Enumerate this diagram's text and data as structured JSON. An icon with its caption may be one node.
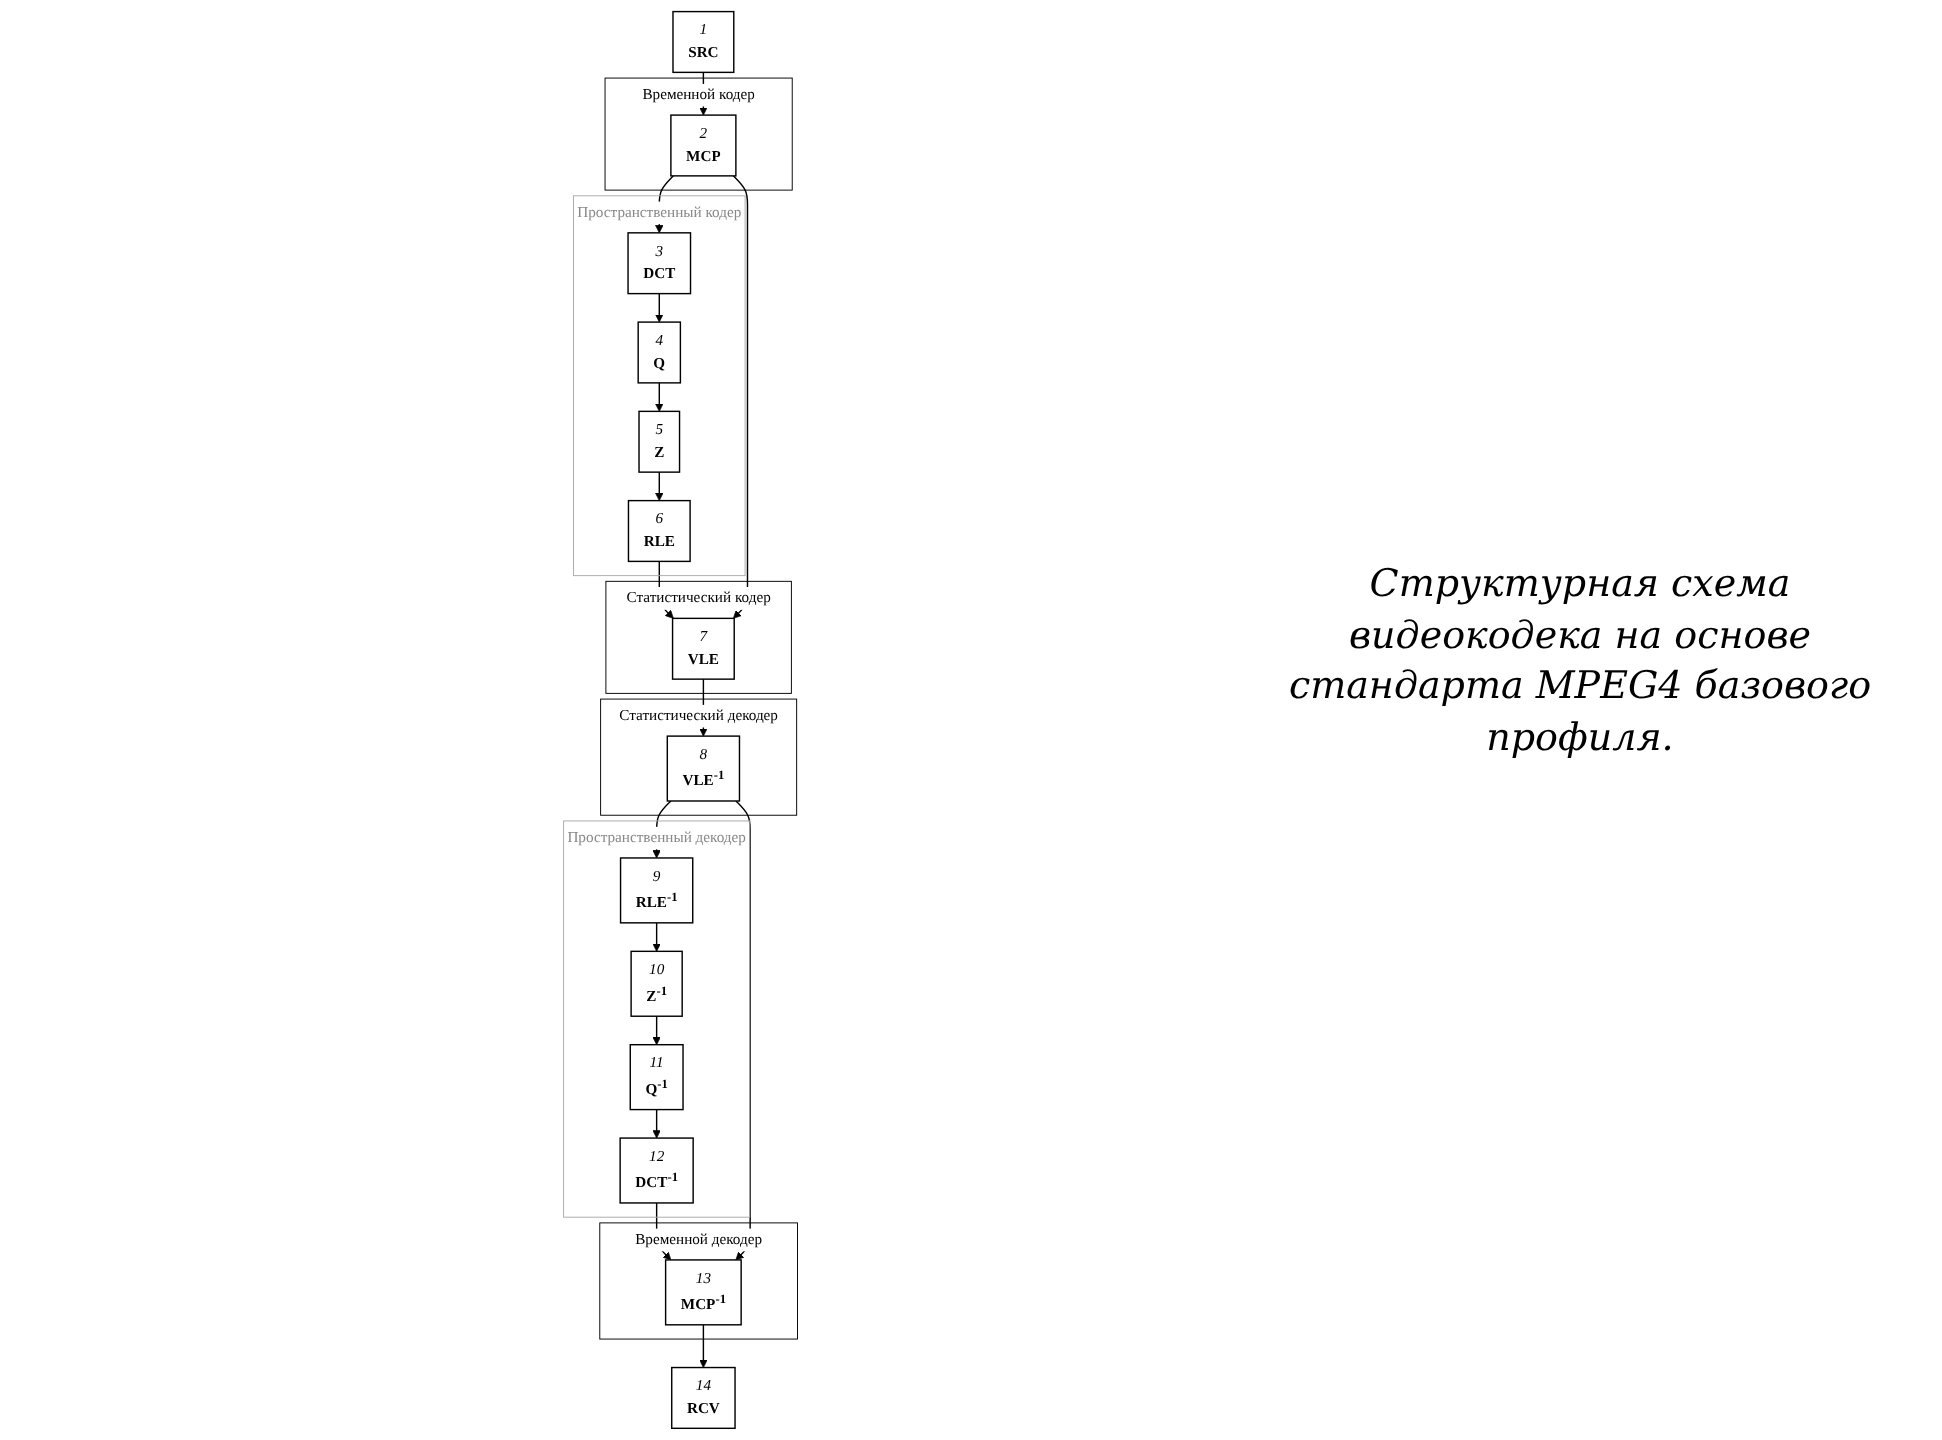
{
  "diagram": {
    "nodes": [
      {
        "text": [
          "Пространственный кодер"
        ]
      },
      {
        "text": [
          "3",
          "DCT"
        ],
        "in": 0
      },
      {
        "text": [
          "4",
          "Q"
        ],
        "in": 0
      },
      {
        "text": [
          "5",
          "Z"
        ],
        "in": 0
      },
      {
        "text": [
          "6",
          "RLE"
        ],
        "in": 0
      },
      {
        "text": [
          "Статистический кодер"
        ]
      },
      {
        "text": [
          "7",
          "VLE"
        ],
        "in": 5
      },
      {
        "text": [
          "Временной кодер"
        ]
      },
      {
        "text": [
          "2",
          "MCP"
        ],
        "in": 7
      },
      {
        "text": [
          "1",
          "SRC"
        ]
      },
      {
        "text": [
          "Временной декодер"
        ]
      },
      {
        "text": [
          "13",
          "MCP$^{-1}$"
        ],
        "in": 10
      },
      {
        "text": [
          "14",
          "RCV"
        ]
      },
      {
        "text": [
          "Пространственный декодер"
        ]
      },
      {
        "text": [
          "12",
          "DCT$^{-1}$"
        ],
        "in": 13
      },
      {
        "text": [
          "11",
          "Q$^{-1}$"
        ],
        "in": 13
      },
      {
        "text": [
          "10",
          "Z$^{-1}$"
        ],
        "in": 13
      },
      {
        "text": [
          "9",
          "RLE$^{-1}$"
        ],
        "in": 13
      },
      {
        "text": [
          "Статистический декодер"
        ]
      },
      {
        "text": [
          "8",
          "VLE$^{-1}$"
        ],
        "in": 18
      }
    ],
    "edges": [
      {
        "from": 9,
        "to": 8,
        "arrow": "to"
      },
      {
        "from": 8,
        "to": 1,
        "arrow": "to"
      },
      {
        "from": 1,
        "to": 2,
        "arrow": "to"
      },
      {
        "from": 2,
        "to": 3,
        "arrow": "to"
      },
      {
        "from": 3,
        "to": 4,
        "arrow": "to"
      },
      {
        "from": 4,
        "to": 6,
        "arrow": "to"
      },
      {
        "from": 8,
        "to": 6,
        "arrow": "to"
      },
      {
        "from": 6,
        "to": 19,
        "arrow": "to"
      },
      {
        "from": 19,
        "to": 17,
        "arrow": "to"
      },
      {
        "from": 17,
        "to": 16,
        "arrow": "to"
      },
      {
        "from": 16,
        "to": 15,
        "arrow": "to"
      },
      {
        "from": 15,
        "to": 14,
        "arrow": "to"
      },
      {
        "from": 14,
        "to": 11,
        "arrow": "to"
      },
      {
        "from": 19,
        "to": 11,
        "arrow": "to"
      },
      {
        "from": 11,
        "to": 12,
        "arrow": "to"
      }
    ],
    "labels": [
      "Структурная схема видеокодека на основе стандарта MPEG4 базового профиля."
    ]
  }
}
